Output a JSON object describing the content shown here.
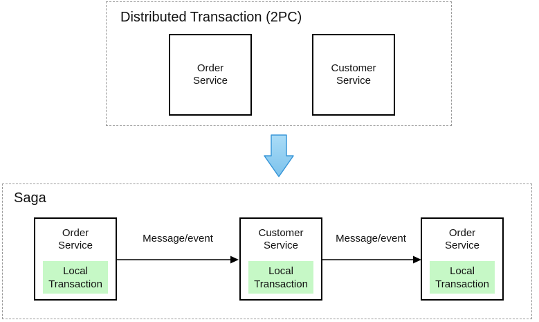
{
  "colors": {
    "dashed_border": "#999999",
    "solid_border": "#000000",
    "local_transaction_fill": "#c6f8c6",
    "big_arrow_fill_top": "#aadcf7",
    "big_arrow_fill_bottom": "#7cc2ec",
    "big_arrow_stroke": "#3a97d8",
    "message_arrow": "#000000",
    "text": "#111111"
  },
  "icons": {
    "transition": "down-block-arrow-icon",
    "message_flow": "right-arrow-icon"
  },
  "two_pc": {
    "title": "Distributed Transaction (2PC)",
    "services": [
      {
        "label": "Order\nService"
      },
      {
        "label": "Customer\nService"
      }
    ]
  },
  "saga": {
    "title": "Saga",
    "steps": [
      {
        "service": "Order\nService",
        "inner": "Local\nTransaction"
      },
      {
        "service": "Customer\nService",
        "inner": "Local\nTransaction"
      },
      {
        "service": "Order\nService",
        "inner": "Local\nTransaction"
      }
    ],
    "arrows": [
      {
        "label": "Message/event"
      },
      {
        "label": "Message/event"
      }
    ]
  }
}
